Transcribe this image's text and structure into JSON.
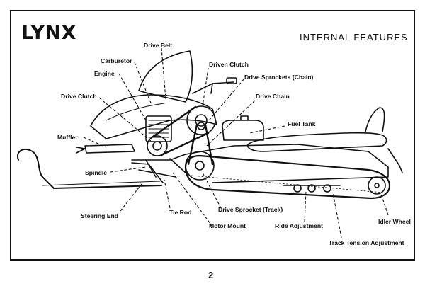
{
  "brand": "LYNX",
  "heading": "INTERNAL FEATURES",
  "page_number": "2",
  "labels": {
    "drive_belt": "Drive Belt",
    "carburetor": "Carburetor",
    "engine": "Engine",
    "drive_clutch": "Drive Clutch",
    "muffler": "Muffler",
    "spindle": "Spindle",
    "steering_end": "Steering End",
    "tie_rod": "Tie Rod",
    "motor_mount": "Motor Mount",
    "drive_sprocket_track": "Drive Sprocket (Track)",
    "ride_adjustment": "Ride Adjustment",
    "track_tension_adjustment": "Track Tension Adjustment",
    "idler_wheel": "Idler Wheel",
    "fuel_tank": "Fuel Tank",
    "drive_chain": "Drive Chain",
    "drive_sprockets_chain": "Drive Sprockets (Chain)",
    "driven_clutch": "Driven Clutch"
  }
}
